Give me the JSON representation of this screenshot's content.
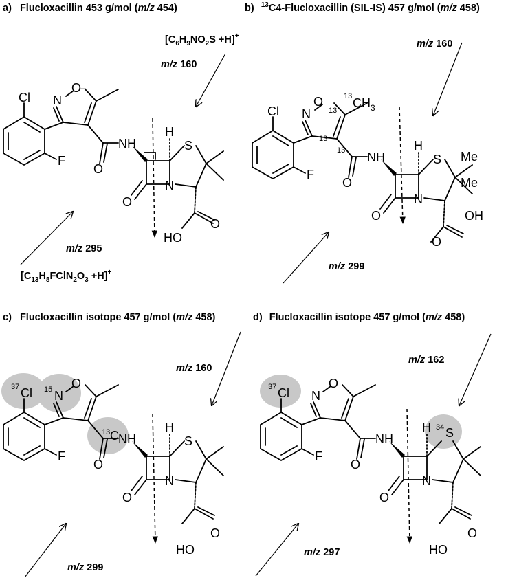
{
  "panels": [
    {
      "letter": "a)",
      "title": "Flucloxacillin 453 g/mol (",
      "title_mz": "m/z",
      "title_mz_value": " 454)",
      "frag_small_mz": "m/z",
      "frag_small_value": " 160",
      "frag_small_formula": "[C6H9NO2S +H]+",
      "frag_large_mz": "m/z",
      "frag_large_value": " 295",
      "frag_large_formula": "[C13H8FClN2O3 +H]+"
    },
    {
      "letter": "b)",
      "title_prefix_sup": "13",
      "title": "C4-Flucloxacillin (SIL-IS) 457 g/mol (",
      "title_mz": "m/z",
      "title_mz_value": " 458)",
      "frag_small_mz": "m/z",
      "frag_small_value": " 160",
      "frag_large_mz": "m/z",
      "frag_large_value": " 299",
      "label_13c": "13",
      "label_ch3": "CH",
      "label_ch3_sub": "3",
      "label_me": "Me",
      "label_oh": "OH"
    },
    {
      "letter": "c)",
      "title": "Flucloxacillin isotope 457 g/mol (",
      "title_mz": "m/z",
      "title_mz_value": " 458)",
      "frag_small_mz": "m/z",
      "frag_small_value": " 160",
      "frag_large_mz": "m/z",
      "frag_large_value": " 299",
      "iso_cl": "37",
      "iso_n": "15",
      "iso_c": "13"
    },
    {
      "letter": "d)",
      "title": "Flucloxacillin isotope 457 g/mol (",
      "title_mz": "m/z",
      "title_mz_value": " 458)",
      "frag_small_mz": "m/z",
      "frag_small_value": " 162",
      "frag_large_mz": "m/z",
      "frag_large_value": " 297",
      "iso_cl": "37",
      "iso_s": "34"
    }
  ],
  "atoms": {
    "Cl": "Cl",
    "F": "F",
    "N": "N",
    "O": "O",
    "S": "S",
    "H": "H",
    "NH": "NH",
    "HO": "HO",
    "C": "C"
  }
}
